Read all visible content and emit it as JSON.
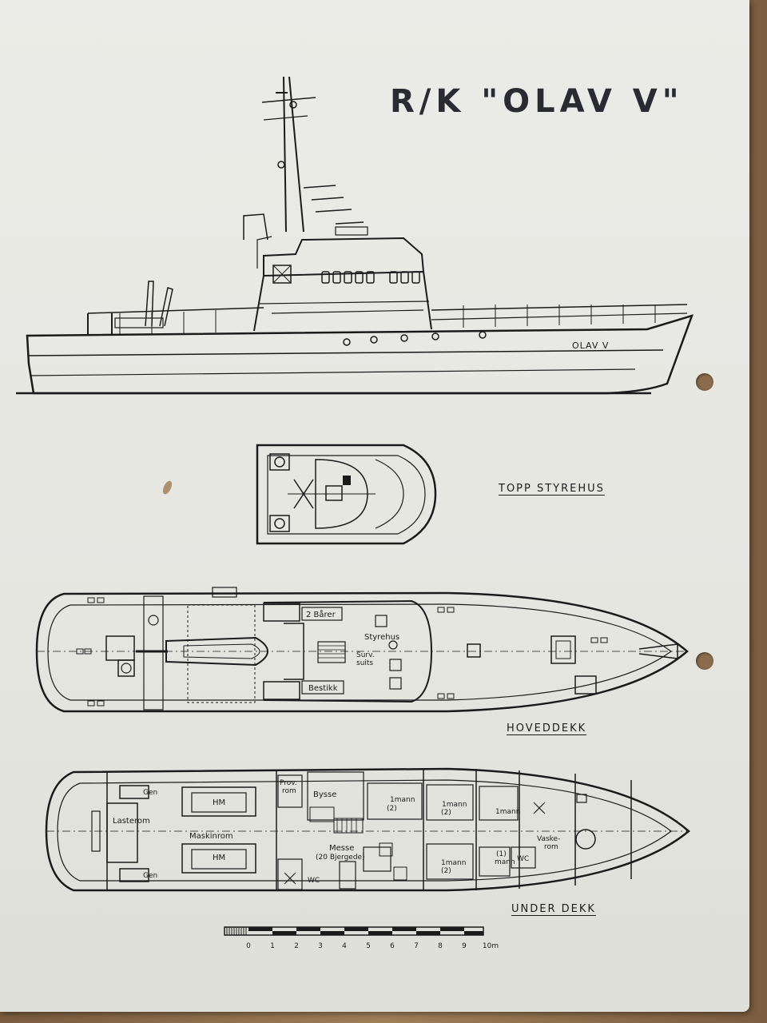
{
  "title": "R/K \"OLAV V\"",
  "hull_name": "OLAV V",
  "views": {
    "top_wheelhouse": "TOPP STYREHUS",
    "main_deck": "HOVEDDEKK",
    "lower_deck": "UNDER DEKK"
  },
  "main_deck_labels": {
    "stretchers": "2 Bårer",
    "wheelhouse": "Styrehus",
    "survival_suits_1": "Surv.",
    "survival_suits_2": "suits",
    "cutlery": "Bestikk"
  },
  "lower_deck_labels": {
    "gen_top": "Gen",
    "gen_bottom": "Gen",
    "cargo": "Lasterom",
    "hm_top": "HM",
    "engine_room": "Maskinrom",
    "hm_bottom": "HM",
    "prov_1": "Prov.",
    "prov_2": "rom",
    "galley": "Bysse",
    "mess_1": "Messe",
    "mess_2": "(20 Bjergede)",
    "wc_1": "WC",
    "cabin_a_1": "1mann",
    "cabin_a_2": "(2)",
    "cabin_b_1": "1mann",
    "cabin_b_2": "(2)",
    "cabin_c": "1mann",
    "cabin_d_1": "1mann",
    "cabin_d_2": "(2)",
    "cabin_e_1": "(1)",
    "cabin_e_2": "mann",
    "wc_2": "WC",
    "wash_1": "Vaske-",
    "wash_2": "rom"
  },
  "scale_bar": {
    "ticks": [
      "0",
      "1",
      "2",
      "3",
      "4",
      "5",
      "6",
      "7",
      "8",
      "9",
      "10m"
    ]
  },
  "colors": {
    "ink": "#1b1b1b",
    "paper": "#e8e8e3",
    "background": "#8a6a4a"
  }
}
